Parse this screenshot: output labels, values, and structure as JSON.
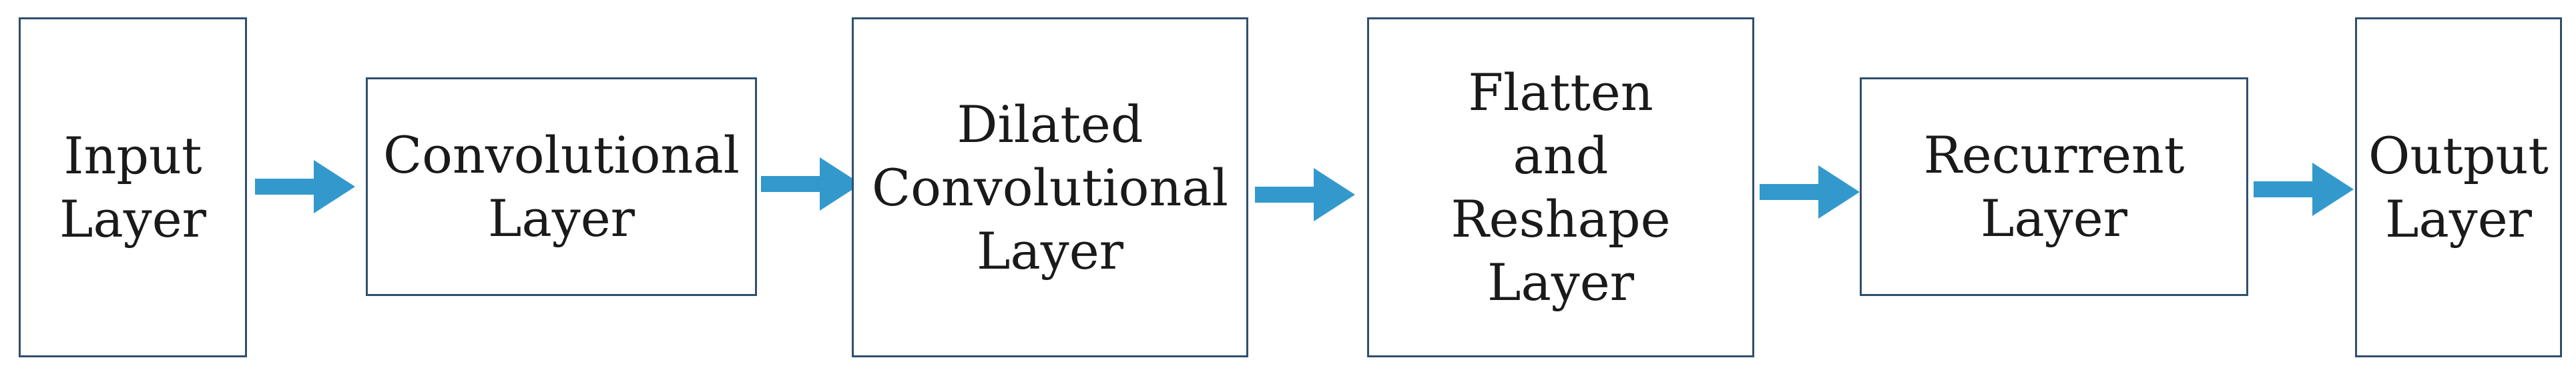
{
  "diagram": {
    "accent_color": "#3399cc",
    "border_color": "#2f4f6f",
    "nodes": [
      {
        "id": "input",
        "label": "Input\nLayer"
      },
      {
        "id": "conv",
        "label": "Convolutional\nLayer"
      },
      {
        "id": "dilated",
        "label": "Dilated\nConvolutional\nLayer"
      },
      {
        "id": "flatten",
        "label": "Flatten\nand\nReshape\nLayer"
      },
      {
        "id": "recurrent",
        "label": "Recurrent\nLayer"
      },
      {
        "id": "output",
        "label": "Output\nLayer"
      }
    ],
    "edges": [
      {
        "from": "input",
        "to": "conv"
      },
      {
        "from": "conv",
        "to": "dilated"
      },
      {
        "from": "dilated",
        "to": "flatten"
      },
      {
        "from": "flatten",
        "to": "recurrent"
      },
      {
        "from": "recurrent",
        "to": "output"
      }
    ]
  }
}
